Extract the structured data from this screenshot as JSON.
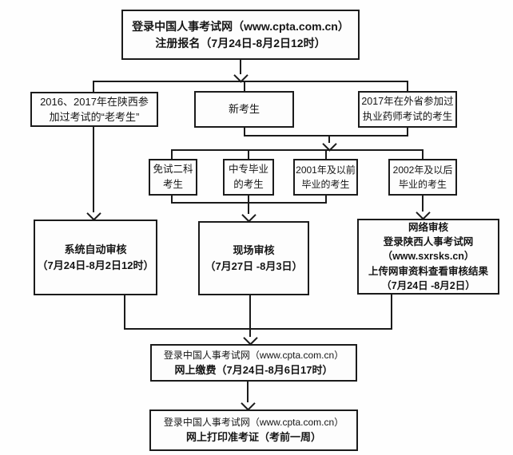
{
  "title": "执业药师考试报名流程图",
  "colors": {
    "line": "#1b1b1b",
    "background": "#fefefe",
    "text": "#151515"
  },
  "nodes": {
    "register": {
      "lines": [
        "登录中国人事考试网（www.cpta.com.cn）",
        "注册报名（7月24日-8月2日12时）"
      ]
    },
    "old_candidates": {
      "lines": [
        "2016、2017年在陕西参",
        "加过考试的“老考生”"
      ]
    },
    "new_candidates": {
      "lines": [
        "新考生"
      ]
    },
    "out_province": {
      "lines": [
        "2017年在外省参加过",
        "执业药师考试的考生"
      ]
    },
    "exempt_two": {
      "lines": [
        "免试二科",
        "考生"
      ]
    },
    "secondary_grad": {
      "lines": [
        "中专毕业",
        "的考生"
      ]
    },
    "grad_before_2001": {
      "lines": [
        "2001年及以前",
        "毕业的考生"
      ]
    },
    "grad_after_2002": {
      "lines": [
        "2002年及以后",
        "毕业的考生"
      ]
    },
    "auto_review": {
      "lines": [
        "系统自动审核",
        "（7月24日-8月2日12时）"
      ]
    },
    "onsite_review": {
      "lines": [
        "现场审核",
        "（7月27日 -8月3日）"
      ]
    },
    "online_review": {
      "lines": [
        "网络审核",
        "登录陕西人事考试网",
        "（www.sxrsks.cn）",
        "上传网审资料查看审核结果",
        "（7月24日 -8月2日）"
      ]
    },
    "pay": {
      "lines": [
        "登录中国人事考试网（www.cpta.com.cn）",
        "网上缴费（7月24日-8月6日17时）"
      ]
    },
    "print": {
      "lines": [
        "登录中国人事考试网（www.cpta.com.cn）",
        "网上打印准考证（考前一周）"
      ]
    }
  }
}
